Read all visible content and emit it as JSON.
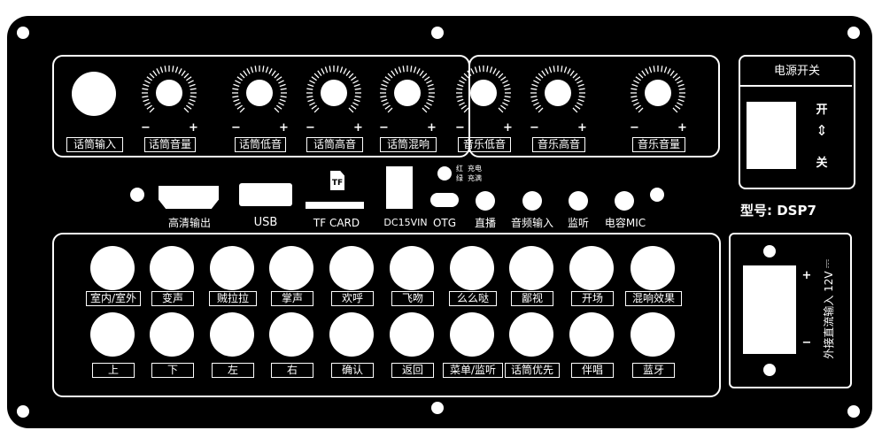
{
  "mic_input": {
    "label": "话筒输入"
  },
  "knobs": [
    {
      "id": "mic-volume",
      "label": "话筒音量"
    },
    {
      "id": "mic-bass",
      "label": "话筒低音"
    },
    {
      "id": "mic-treble",
      "label": "话筒高音"
    },
    {
      "id": "mic-reverb",
      "label": "话筒混响"
    },
    {
      "id": "music-bass",
      "label": "音乐低音"
    },
    {
      "id": "music-treble",
      "label": "音乐高音"
    },
    {
      "id": "music-volume",
      "label": "音乐音量"
    }
  ],
  "knob_signs": {
    "minus": "−",
    "plus": "+"
  },
  "power": {
    "title": "电源开关",
    "on": "开",
    "off": "关"
  },
  "model": "型号: DSP7",
  "io": {
    "hdmi": "高清输出",
    "usb": "USB",
    "tf_icon": "TF",
    "tf_card": "TF CARD",
    "dc_in": "DC15VIN",
    "otg": "OTG",
    "charge_red": "红",
    "charge_red_text": "充电",
    "charge_green": "绿",
    "charge_green_text": "充满",
    "live": "直播",
    "audio_in": "音频输入",
    "monitor": "监听",
    "condenser_mic": "电容MIC"
  },
  "buttons_top": [
    "室内/室外",
    "变声",
    "贼拉拉",
    "掌声",
    "欢呼",
    "飞吻",
    "么么哒",
    "鄙视",
    "开场",
    "混响效果"
  ],
  "buttons_bottom": [
    "上",
    "下",
    "左",
    "右",
    "确认",
    "返回",
    "菜单/监听",
    "话筒优先",
    "伴唱",
    "蓝牙"
  ],
  "dc_external": {
    "label": "外接直流输入 12V",
    "dc_symbol": "⎓",
    "plus": "+",
    "minus": "−"
  }
}
